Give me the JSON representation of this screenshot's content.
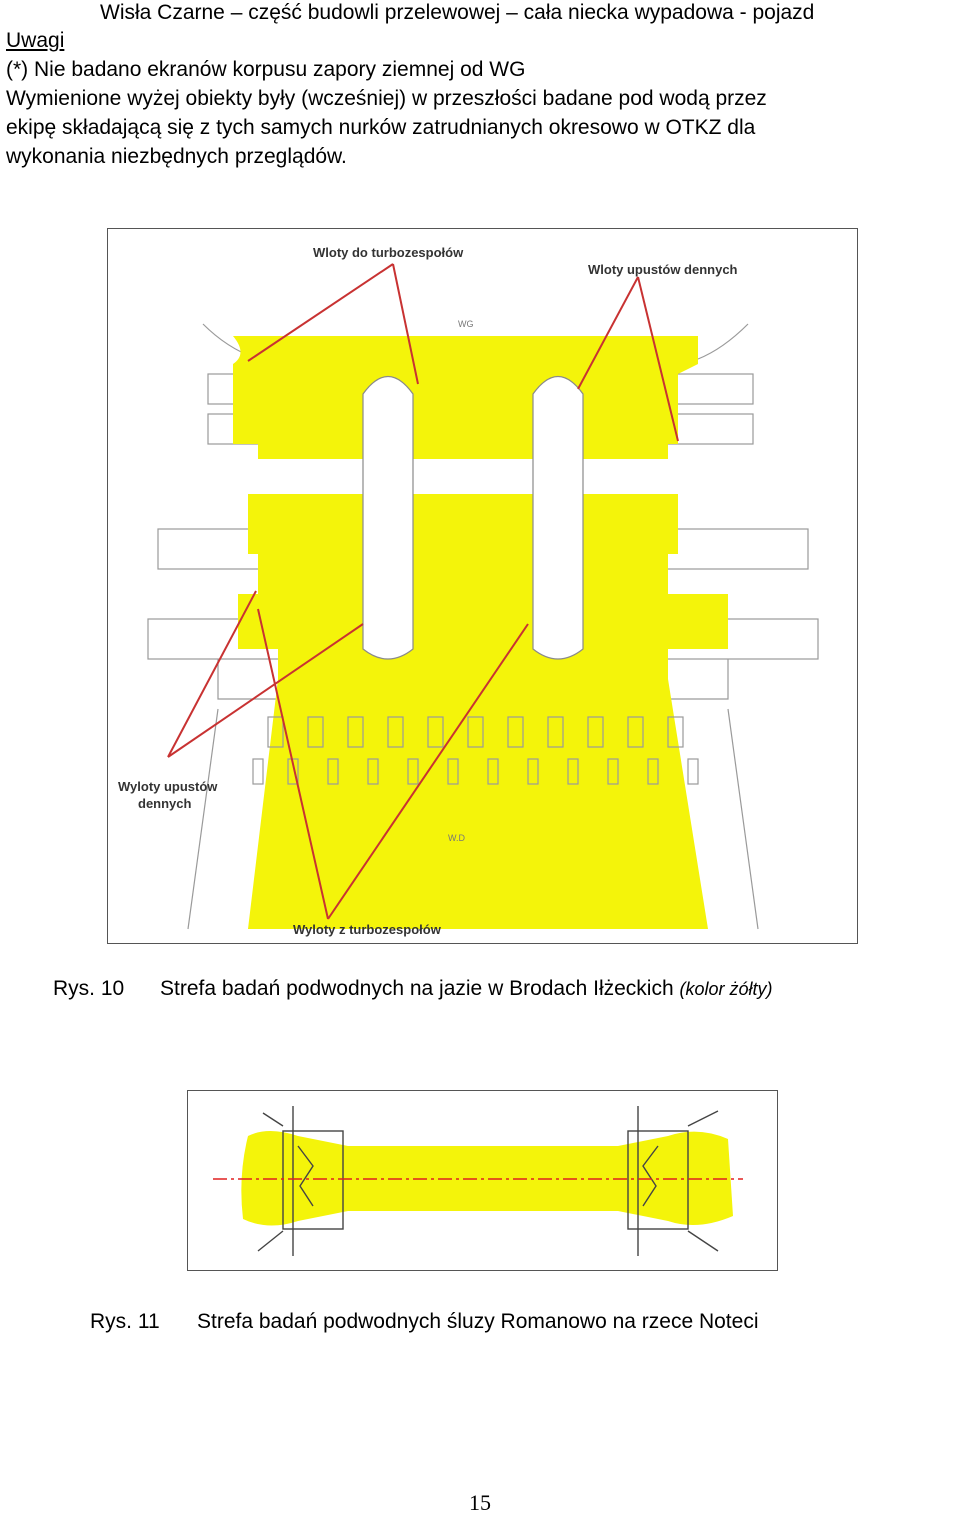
{
  "header": {
    "title": "Wisła Czarne – część budowli przelewowej – cała niecka wypadowa - pojazd"
  },
  "body": {
    "uwagi": "Uwagi",
    "note": "(*) Nie badano ekranów korpusu zapory ziemnej od WG",
    "paragraph_lines": [
      "Wymienione wyżej obiekty były (wcześniej)  w przeszłości badane pod wodą przez",
      "ekipę składającą się z tych samych nurków zatrudnianych okresowo  w OTKZ dla",
      "wykonania niezbędnych przeglądów."
    ]
  },
  "figure1": {
    "labels": {
      "inlets_turbines": "Wloty do turbozespołów",
      "inlets_bottom": "Wloty upustów  dennych",
      "outlets_bottom_1": "Wyloty upustów",
      "outlets_bottom_2": "dennych",
      "outlets_turbines": "Wyloty z turbozespołów",
      "wg": "WG",
      "wd": "W.D"
    },
    "highlight_color": "#f4f40a",
    "arrow_color": "#c83232"
  },
  "caption1": {
    "number": "Rys. 10",
    "text": "Strefa badań podwodnych na jazie w Brodach Iłżeckich",
    "tail": "(kolor żółty)"
  },
  "figure2": {
    "highlight_color": "#f4f40a",
    "axis_color": "#e02020"
  },
  "caption2": {
    "number": "Rys. 11",
    "text": "Strefa badań podwodnych śluzy Romanowo na rzece Noteci"
  },
  "footer": {
    "page_number": "15"
  }
}
